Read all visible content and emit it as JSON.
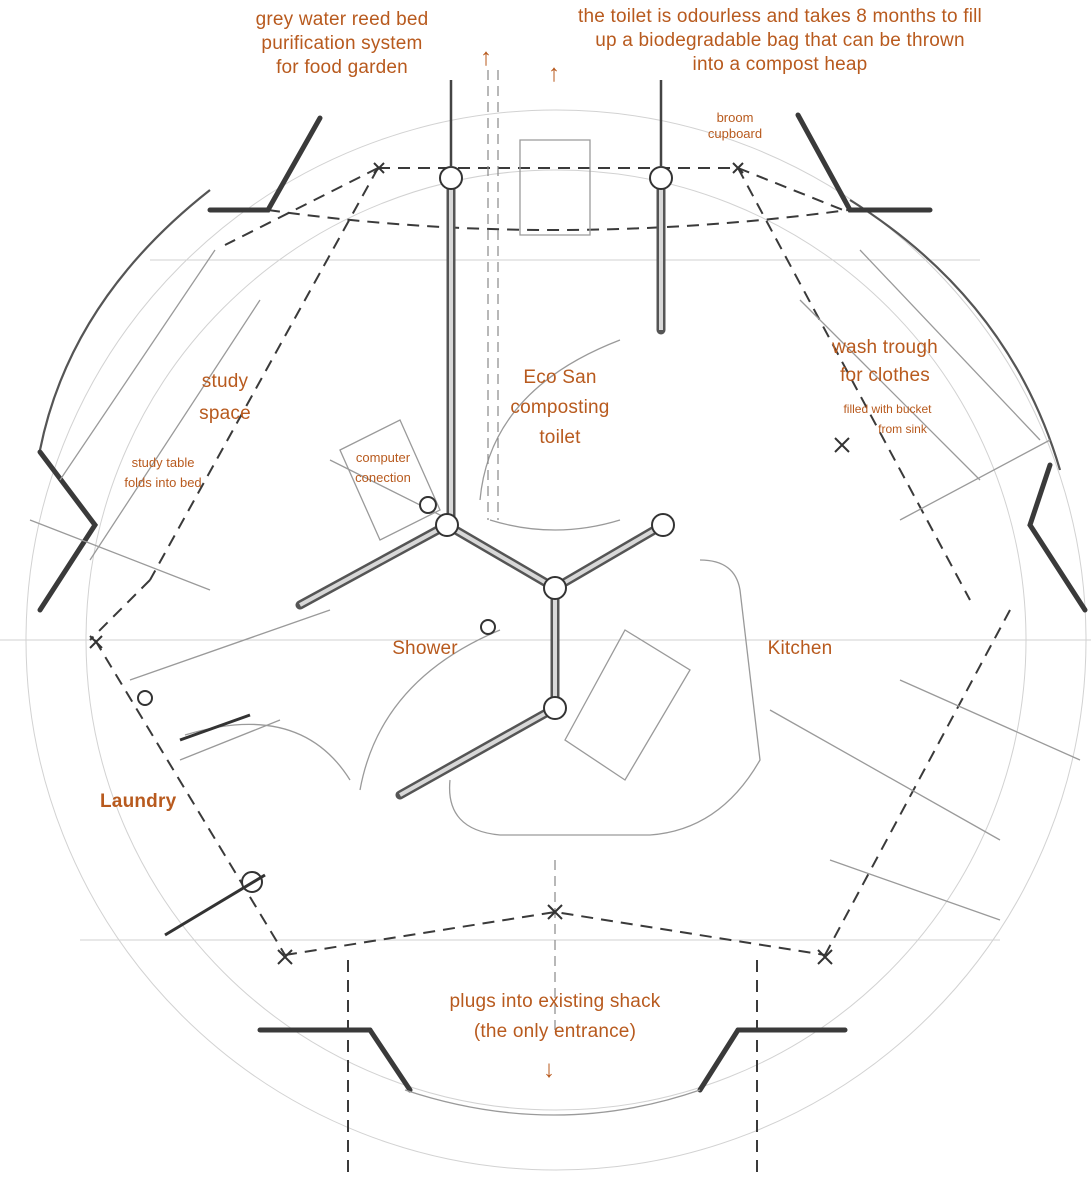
{
  "colors": {
    "label": "#b85a1e",
    "line": "#3a3a3a",
    "wall": "#6a6a6a",
    "faint": "#c8c8c8"
  },
  "labels": {
    "greywater": [
      "grey water reed bed",
      "purification system",
      "for food garden"
    ],
    "toilet_note": [
      "the toilet is odourless and takes 8 months to fill",
      "up a biodegradable bag that can be thrown",
      "into a compost heap"
    ],
    "broom": [
      "broom",
      "cupboard"
    ],
    "wash": [
      "wash trough",
      "for clothes"
    ],
    "wash_fill": [
      "filled with bucket",
      "from sink"
    ],
    "study_space": [
      "study",
      "space"
    ],
    "study_table": [
      "study table",
      "folds into bed"
    ],
    "computer": [
      "computer",
      "conection"
    ],
    "ecosan": [
      "Eco San",
      "composting",
      "toilet"
    ],
    "shower": "Shower",
    "kitchen": "Kitchen",
    "laundry": "Laundry",
    "entrance": [
      "plugs into existing shack",
      "(the only entrance)"
    ]
  },
  "icons": {
    "up_arrow": "↑",
    "down_arrow": "↓"
  }
}
